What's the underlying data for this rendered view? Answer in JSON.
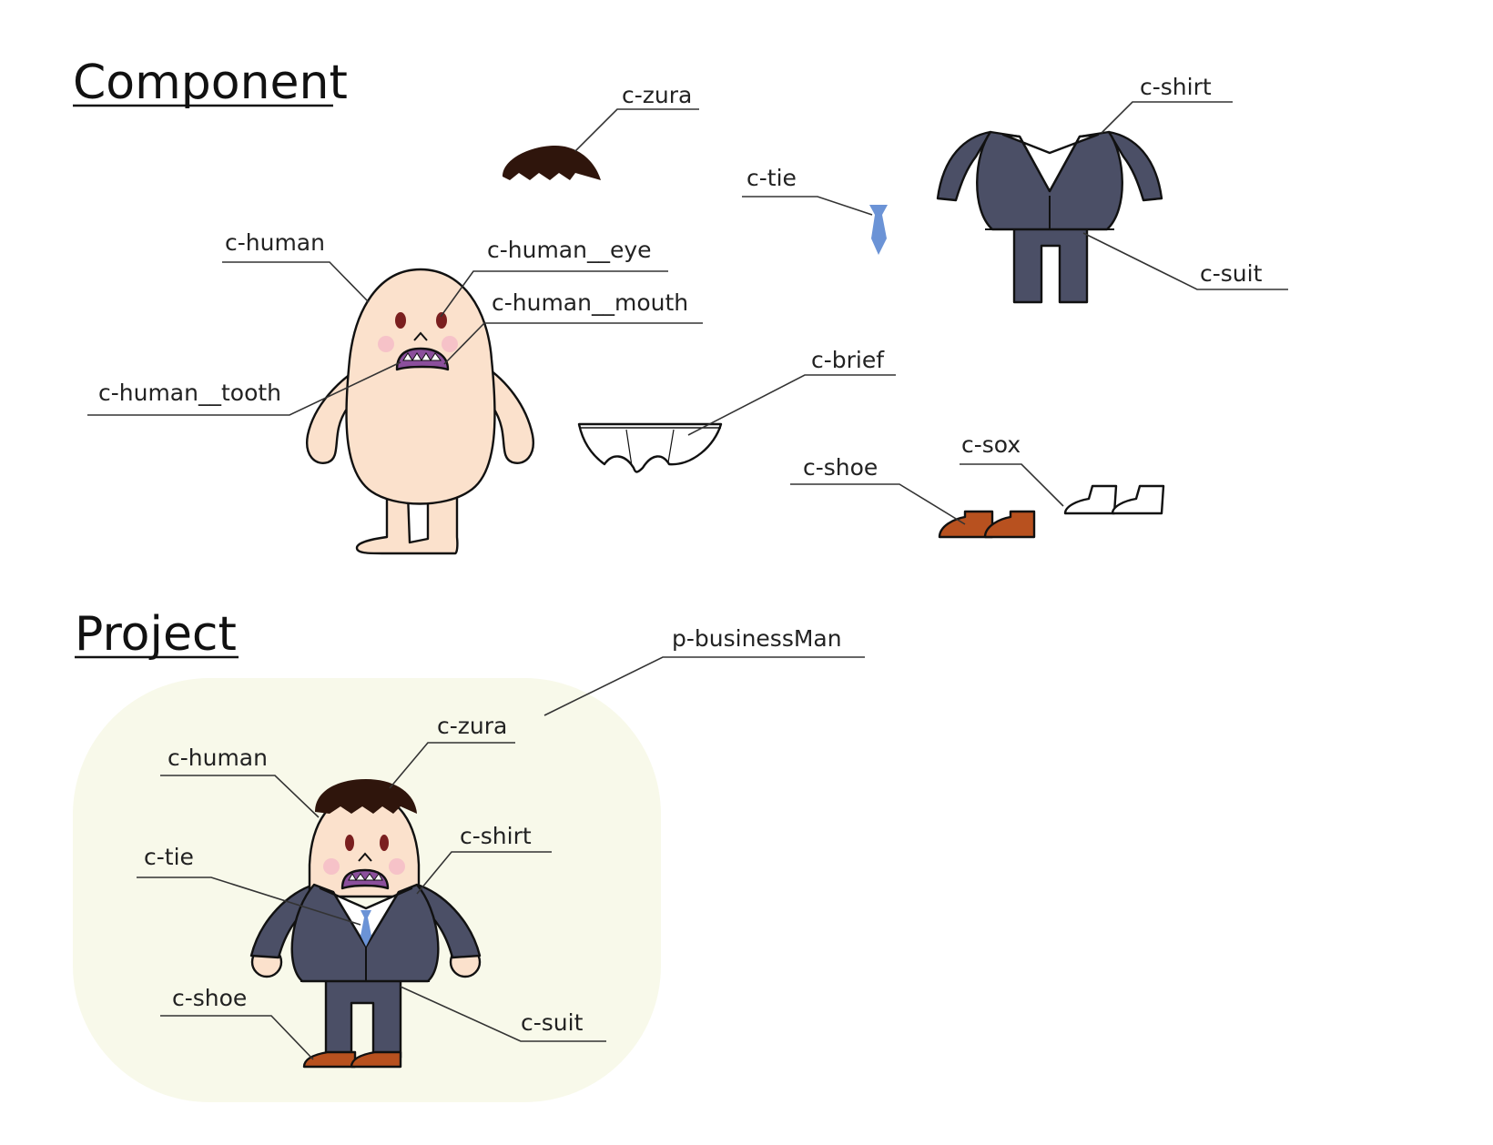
{
  "sections": {
    "component": "Component",
    "project": "Project"
  },
  "component_labels": {
    "zura": "c-zura",
    "shirt": "c-shirt",
    "tie": "c-tie",
    "suit": "c-suit",
    "human": "c-human",
    "human_eye": "c-human__eye",
    "human_mouth": "c-human__mouth",
    "human_tooth": "c-human__tooth",
    "brief": "c-brief",
    "shoe": "c-shoe",
    "sox": "c-sox"
  },
  "project_labels": {
    "business_man": "p-businessMan",
    "zura": "c-zura",
    "human": "c-human",
    "shirt": "c-shirt",
    "tie": "c-tie",
    "shoe": "c-shoe",
    "suit": "c-suit"
  },
  "colors": {
    "skin": "#fbe1cc",
    "cheek": "#f6c2c8",
    "eye": "#7a1f1f",
    "mouth": "#8b4f9c",
    "hair": "#2f150c",
    "suit": "#4b4f66",
    "tie": "#6b93d6",
    "shoe": "#b8511f",
    "project_bg": "#f8f9ea"
  }
}
